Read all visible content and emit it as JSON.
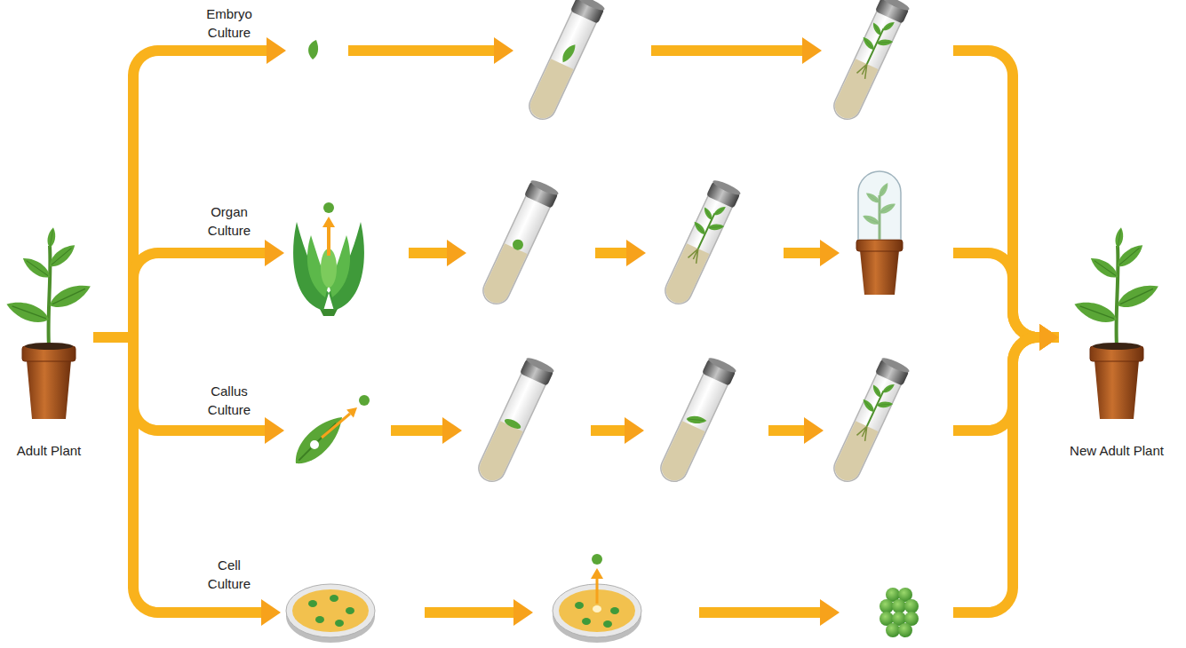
{
  "diagram": {
    "nodes": [
      {
        "text": [
          "Adult Plant"
        ]
      },
      {
        "text": [
          "New Adult Plant"
        ]
      }
    ],
    "edges": [
      {
        "from": 0,
        "to": 1,
        "arrow": "to",
        "label": "Embryo Culture"
      },
      {
        "from": 0,
        "to": 1,
        "arrow": "to",
        "label": "Organ Culture"
      },
      {
        "from": 0,
        "to": 1,
        "arrow": "to",
        "label": "Callus Culture"
      },
      {
        "from": 0,
        "to": 1,
        "arrow": "to",
        "label": "Cell Culture"
      }
    ]
  }
}
